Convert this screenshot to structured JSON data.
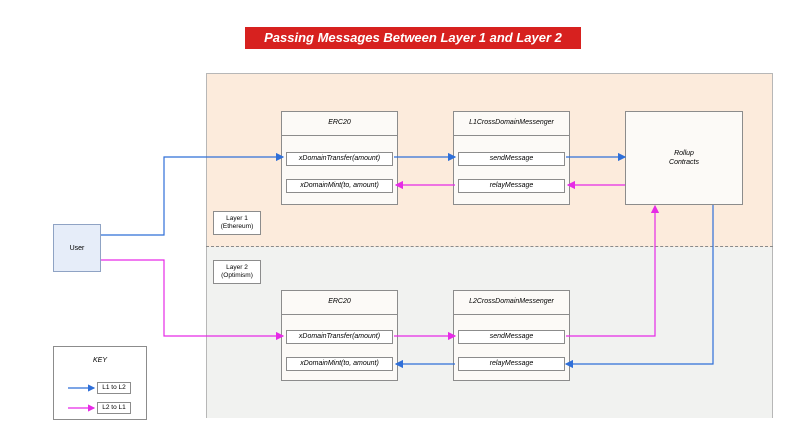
{
  "title": "Passing Messages Between Layer 1 and Layer 2",
  "layers": {
    "l1": {
      "line1": "Layer 1",
      "line2": "(Ethereum)"
    },
    "l2": {
      "line1": "Layer 2",
      "line2": "(Optimism)"
    }
  },
  "l1": {
    "erc20": {
      "title": "ERC20",
      "methods": [
        "xDomainTransfer(amount)",
        "xDomainMint(to, amount)"
      ]
    },
    "messenger": {
      "title": "L1CrossDomainMessenger",
      "methods": [
        "sendMessage",
        "relayMessage"
      ]
    }
  },
  "l2": {
    "erc20": {
      "title": "ERC20",
      "methods": [
        "xDomainTransfer(amount)",
        "xDomainMint(to, amount)"
      ]
    },
    "messenger": {
      "title": "L2CrossDomainMessenger",
      "methods": [
        "sendMessage",
        "relayMessage"
      ]
    }
  },
  "rollup": {
    "line1": "Rollup",
    "line2": "Contracts"
  },
  "user": {
    "label": "User"
  },
  "key": {
    "title": "KEY",
    "items": [
      {
        "label": "L1 to L2",
        "color": "#2f6fd8"
      },
      {
        "label": "L2 to L1",
        "color": "#e62be6"
      }
    ]
  },
  "colors": {
    "l1_to_l2": "#2f6fd8",
    "l2_to_l1": "#e62be6"
  }
}
